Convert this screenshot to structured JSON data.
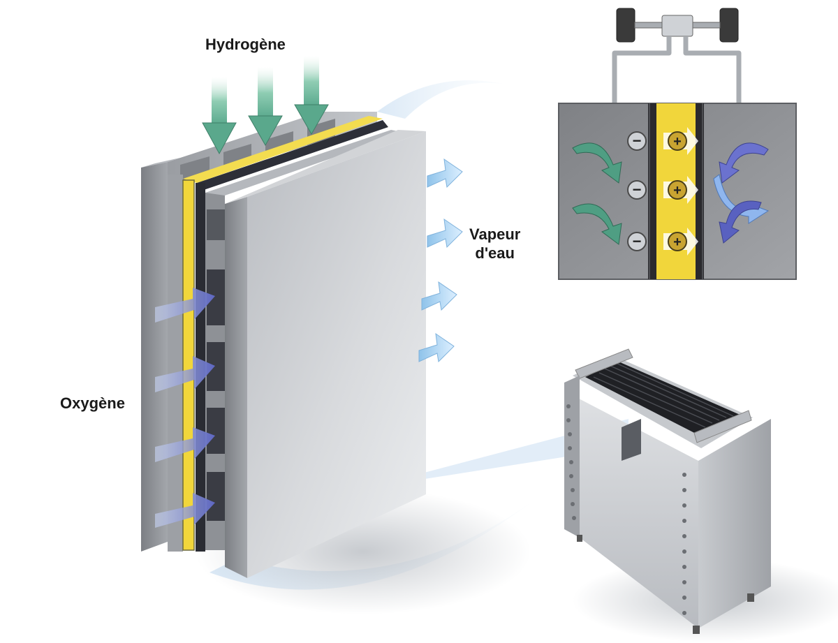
{
  "labels": {
    "hydrogen": "Hydrogène",
    "oxygen": "Oxygène",
    "water_vapor_line1": "Vapeur",
    "water_vapor_line2": "d'eau"
  },
  "cell_signs": {
    "negative": "−",
    "positive": "+"
  },
  "colors": {
    "hydrogen_arrow": "#6fb9a0",
    "oxygen_arrow": "#7d86d6",
    "vapor_arrow": "#a8d3f2",
    "membrane": "#f1d63b",
    "plate": "#c9ccd0",
    "panel": "#8d8f93"
  }
}
